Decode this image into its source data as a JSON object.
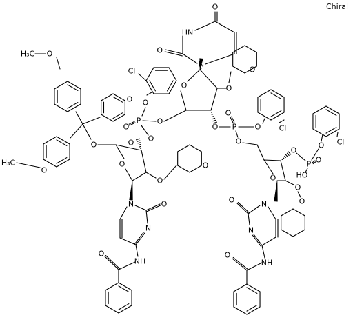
{
  "diagram": {
    "chiral_flag": "Chiral",
    "colors": {
      "ink": "#000000",
      "background": "#ffffff"
    },
    "labels": {
      "uracil_o_top": "O",
      "uracil_nh": "HN",
      "uracil_o_left": "O",
      "uracil_n": "N",
      "thp1_o": "O",
      "sugar1_o": "O",
      "aryl1_cl": "Cl",
      "aryl1_o": "O",
      "p1": "P",
      "p1_o_dbl": "O",
      "p1_o_link": "O",
      "p1_o_left": "O",
      "p1_o_down": "O",
      "dmt_ome_top": "O",
      "dmt_me_top": "H₃C",
      "dmt_ome_bottom": "O",
      "dmt_me_bottom": "H₃C",
      "dmt_o": "O",
      "sugar2_o5": "O",
      "sugar2_o_ring": "O",
      "sugar2_o_thp": "O",
      "thp2_o": "O",
      "cyt1_n1": "N",
      "cyt1_o": "O",
      "cyt1_n3": "N",
      "cyt1_nh": "NH",
      "bz1_o": "O",
      "p2_o_top": "O",
      "p2": "P",
      "p2_o_dbl": "O",
      "aryl2_o": "O",
      "aryl2_cl": "Cl",
      "p2_o_down": "O",
      "sugar3_o_ring": "O",
      "sugar3_o3": "O",
      "p3": "P",
      "p3_o_dbl": "O",
      "p3_oh": "HO",
      "p3_o_aryl": "O",
      "aryl3_cl": "Cl",
      "sugar3_o_thp": "O",
      "thp3_o": "O",
      "cyt2_n1": "N",
      "cyt2_o": "O",
      "cyt2_n3": "N",
      "cyt2_nh": "NH",
      "bz2_o": "O"
    }
  }
}
